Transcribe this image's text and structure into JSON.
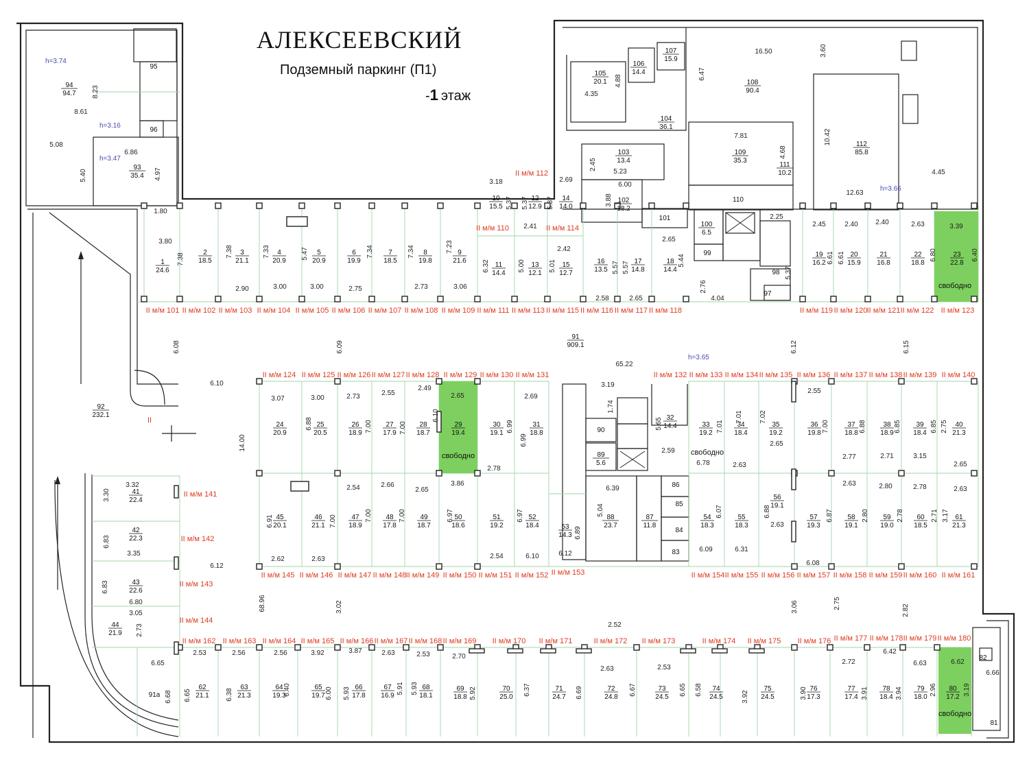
{
  "title": {
    "building": "АЛЕКСЕЕВСКИЙ",
    "subtitle": "Подземный паркинг (П1)",
    "floor_prefix": "-",
    "floor_number": "1",
    "floor_suffix": "этаж"
  },
  "free_label": "свободно",
  "colors": {
    "free": "#7dd05f",
    "label": "#e03a1e",
    "height": "#4a4ab0"
  },
  "heights": [
    "h=3.74",
    "h=3.16",
    "h=3.47",
    "h=3.66",
    "h=3.65"
  ],
  "spots": [
    {
      "n": "1",
      "a": "24.6"
    },
    {
      "n": "2",
      "a": "18.5"
    },
    {
      "n": "3",
      "a": "21.1"
    },
    {
      "n": "4",
      "a": "20.9"
    },
    {
      "n": "5",
      "a": "20.9"
    },
    {
      "n": "6",
      "a": "19.9"
    },
    {
      "n": "7",
      "a": "18.5"
    },
    {
      "n": "8",
      "a": "19.8"
    },
    {
      "n": "9",
      "a": "21.6"
    },
    {
      "n": "10",
      "a": "15.5"
    },
    {
      "n": "11",
      "a": "14.4"
    },
    {
      "n": "12",
      "a": "12.9"
    },
    {
      "n": "13",
      "a": "12.1"
    },
    {
      "n": "14",
      "a": "14.0"
    },
    {
      "n": "15",
      "a": "12.7"
    },
    {
      "n": "16",
      "a": "13.5"
    },
    {
      "n": "17",
      "a": "14.8"
    },
    {
      "n": "18",
      "a": "14.4"
    },
    {
      "n": "19",
      "a": "16.2"
    },
    {
      "n": "20",
      "a": "15.9"
    },
    {
      "n": "21",
      "a": "16.8"
    },
    {
      "n": "22",
      "a": "18.8"
    },
    {
      "n": "23",
      "a": "22.8",
      "free": true
    },
    {
      "n": "24",
      "a": "20.9"
    },
    {
      "n": "25",
      "a": "20.5"
    },
    {
      "n": "26",
      "a": "18.9"
    },
    {
      "n": "27",
      "a": "17.9"
    },
    {
      "n": "28",
      "a": "18.7"
    },
    {
      "n": "29",
      "a": "19.4",
      "free": true
    },
    {
      "n": "30",
      "a": "19.1"
    },
    {
      "n": "31",
      "a": "18.8"
    },
    {
      "n": "32",
      "a": "14.4"
    },
    {
      "n": "33",
      "a": "19.2",
      "free": true
    },
    {
      "n": "34",
      "a": "18.4"
    },
    {
      "n": "35",
      "a": "19.2"
    },
    {
      "n": "36",
      "a": "19.8"
    },
    {
      "n": "37",
      "a": "18.8"
    },
    {
      "n": "38",
      "a": "18.9"
    },
    {
      "n": "39",
      "a": "18.4"
    },
    {
      "n": "40",
      "a": "21.3"
    },
    {
      "n": "41",
      "a": "22.4"
    },
    {
      "n": "42",
      "a": "22.3"
    },
    {
      "n": "43",
      "a": "22.6"
    },
    {
      "n": "44",
      "a": "21.9"
    },
    {
      "n": "45",
      "a": "20.1"
    },
    {
      "n": "46",
      "a": "21.1"
    },
    {
      "n": "47",
      "a": "18.9"
    },
    {
      "n": "48",
      "a": "17.8"
    },
    {
      "n": "49",
      "a": "18.7"
    },
    {
      "n": "50",
      "a": "18.6"
    },
    {
      "n": "51",
      "a": "19.2"
    },
    {
      "n": "52",
      "a": "18.4"
    },
    {
      "n": "53",
      "a": "14.3"
    },
    {
      "n": "54",
      "a": "18.3"
    },
    {
      "n": "55",
      "a": "18.3"
    },
    {
      "n": "56",
      "a": "19.1"
    },
    {
      "n": "57",
      "a": "19.3"
    },
    {
      "n": "58",
      "a": "19.1"
    },
    {
      "n": "59",
      "a": "19.0"
    },
    {
      "n": "60",
      "a": "18.5"
    },
    {
      "n": "61",
      "a": "21.3"
    },
    {
      "n": "62",
      "a": "21.1"
    },
    {
      "n": "63",
      "a": "21.3"
    },
    {
      "n": "64",
      "a": "19.3"
    },
    {
      "n": "65",
      "a": "19.7"
    },
    {
      "n": "66",
      "a": "17.8"
    },
    {
      "n": "67",
      "a": "16.9"
    },
    {
      "n": "68",
      "a": "18.1"
    },
    {
      "n": "69",
      "a": "18.8"
    },
    {
      "n": "70",
      "a": "25.0"
    },
    {
      "n": "71",
      "a": "24.7"
    },
    {
      "n": "72",
      "a": "24.8"
    },
    {
      "n": "73",
      "a": "24.5"
    },
    {
      "n": "74",
      "a": "24.5"
    },
    {
      "n": "75",
      "a": "24.5"
    },
    {
      "n": "76",
      "a": "17.3"
    },
    {
      "n": "77",
      "a": "17.4"
    },
    {
      "n": "78",
      "a": "18.4"
    },
    {
      "n": "79",
      "a": "18.0"
    },
    {
      "n": "80",
      "a": "17.2",
      "free": true
    }
  ],
  "rooms": [
    {
      "n": "94",
      "a": "94.7"
    },
    {
      "n": "93",
      "a": "35.4"
    },
    {
      "n": "92",
      "a": "232.1"
    },
    {
      "n": "105",
      "a": "20.1"
    },
    {
      "n": "106",
      "a": "14.4"
    },
    {
      "n": "107",
      "a": "15.9"
    },
    {
      "n": "104",
      "a": "36.1"
    },
    {
      "n": "108",
      "a": "90.4"
    },
    {
      "n": "103",
      "a": "13.4"
    },
    {
      "n": "102",
      "a": "18.2"
    },
    {
      "n": "109",
      "a": "35.3"
    },
    {
      "n": "111",
      "a": "10.2"
    },
    {
      "n": "112",
      "a": "85.8"
    },
    {
      "n": "100",
      "a": "6.5"
    },
    {
      "n": "91",
      "a": "909.1"
    },
    {
      "n": "90",
      "a": ""
    },
    {
      "n": "89",
      "a": "5.6"
    },
    {
      "n": "88",
      "a": "23.7"
    },
    {
      "n": "87",
      "a": "11.8"
    }
  ],
  "small_rooms": [
    "95",
    "96",
    "101",
    "110",
    "99",
    "98",
    "97",
    "86",
    "85",
    "84",
    "83",
    "82",
    "81",
    "91а"
  ],
  "labels_top": [
    "II м/м 101",
    "II м/м 102",
    "II м/м 103",
    "II м/м 104",
    "II м/м 105",
    "II м/м 106",
    "II м/м 107",
    "II м/м 108",
    "II м/м 109",
    "II м/м 111",
    "II м/м 113",
    "II м/м 115",
    "II м/м 116",
    "II м/м 117",
    "II м/м 118",
    "II м/м 119",
    "II м/м 120",
    "II м/м 121",
    "II м/м 122",
    "II м/м 123",
    "II м/м 110",
    "II м/м 112",
    "II м/м 114"
  ],
  "labels_mid": [
    "II м/м 124",
    "II м/м 125",
    "II м/м 126",
    "II м/м 127",
    "II м/м 128",
    "II м/м 129",
    "II м/м 130",
    "II м/м 131",
    "II м/м 132",
    "II м/м 133",
    "II м/м 134",
    "II м/м 135",
    "II м/м 136",
    "II м/м 137",
    "II м/м 138",
    "II м/м 139",
    "II м/м 140"
  ],
  "labels_side": [
    "II м/м 141",
    "II м/м 142",
    "II м/м 143",
    "II м/м 144"
  ],
  "labels_low": [
    "II м/м 145",
    "II м/м 146",
    "II м/м 147",
    "II м/м 148",
    "II м/м 149",
    "II м/м 150",
    "II м/м 151",
    "II м/м 152",
    "II м/м 153",
    "II м/м 154",
    "II м/м 155",
    "II м/м 156",
    "II м/м 157",
    "II м/м 158",
    "II м/м 159",
    "II м/м 160",
    "II м/м 161"
  ],
  "labels_bottom": [
    "II м/м 162",
    "II м/м 163",
    "II м/м 164",
    "II м/м 165",
    "II м/м 166",
    "II м/м 167",
    "II м/м 168",
    "II м/м 169",
    "II м/м 170",
    "II м/м 171",
    "II м/м 172",
    "II м/м 173",
    "II м/м 174",
    "II м/м 175",
    "II м/м 176",
    "II м/м 177",
    "II м/м 178",
    "II м/м 179",
    "II м/м 180"
  ],
  "dims": [
    "8.23",
    "8.61",
    "5.08",
    "5.40",
    "6.86",
    "4.97",
    "1.80",
    "3.80",
    "7.38",
    "7.38",
    "7.33",
    "5.47",
    "7.34",
    "7.34",
    "7.23",
    "2.90",
    "3.00",
    "3.00",
    "2.75",
    "2.73",
    "3.06",
    "3.18",
    "2.69",
    "5.37",
    "5.37",
    "5.37",
    "6.32",
    "5.00",
    "5.01",
    "2.41",
    "2.42",
    "4.35",
    "4.88",
    "16.50",
    "3.60",
    "6.47",
    "7.81",
    "4.68",
    "10.42",
    "12.63",
    "4.45",
    "2.45",
    "5.23",
    "6.00",
    "3.88",
    "2.65",
    "5.57",
    "5.57",
    "5.44",
    "2.58",
    "2.65",
    "2.76",
    "4.04",
    "2.25",
    "5.37",
    "2.45",
    "2.40",
    "2.40",
    "2.63",
    "3.39",
    "6.61",
    "6.61",
    "6.80",
    "6.40",
    "6.08",
    "6.09",
    "65.22",
    "6.12",
    "6.15",
    "6.10",
    "14.00",
    "3.07",
    "3.00",
    "2.73",
    "2.55",
    "2.49",
    "2.65",
    "2.69",
    "3.19",
    "1.74",
    "6.88",
    "7.00",
    "7.00",
    "6.10",
    "6.99",
    "6.99",
    "5.65",
    "2.59",
    "7.01",
    "7.01",
    "7.02",
    "2.65",
    "2.63",
    "2.55",
    "7.00",
    "6.88",
    "6.85",
    "6.85",
    "2.75",
    "2.77",
    "2.71",
    "3.15",
    "2.65",
    "2.78",
    "6.78",
    "3.32",
    "3.30",
    "6.83",
    "3.35",
    "6.83",
    "6.80",
    "3.05",
    "2.73",
    "2.54",
    "2.66",
    "2.65",
    "3.86",
    "6.39",
    "5.04",
    "6.89",
    "6.91",
    "7.00",
    "7.00",
    "7.00",
    "6.97",
    "6.97",
    "6.07",
    "6.88",
    "6.87",
    "2.80",
    "2.78",
    "2.71",
    "3.17",
    "2.63",
    "2.80",
    "2.78",
    "2.63",
    "2.63",
    "2.62",
    "2.63",
    "2.54",
    "6.10",
    "6.12",
    "6.09",
    "6.31",
    "6.08",
    "6.12",
    "68.96",
    "3.02",
    "3.06",
    "2.75",
    "2.82",
    "2.52",
    "2.53",
    "2.56",
    "2.56",
    "3.92",
    "3.87",
    "2.63",
    "2.53",
    "2.70",
    "2.63",
    "2.53",
    "2.72",
    "6.42",
    "6.63",
    "6.62",
    "6.66",
    "6.65",
    "6.68",
    "6.65",
    "6.38",
    "6.40",
    "6.00",
    "5.93",
    "5.91",
    "5.93",
    "5.92",
    "6.37",
    "6.69",
    "6.67",
    "6.65",
    "6.58",
    "3.92",
    "3.90",
    "3.91",
    "3.94",
    "2.96",
    "3.19"
  ],
  "corridor_mark": "II"
}
